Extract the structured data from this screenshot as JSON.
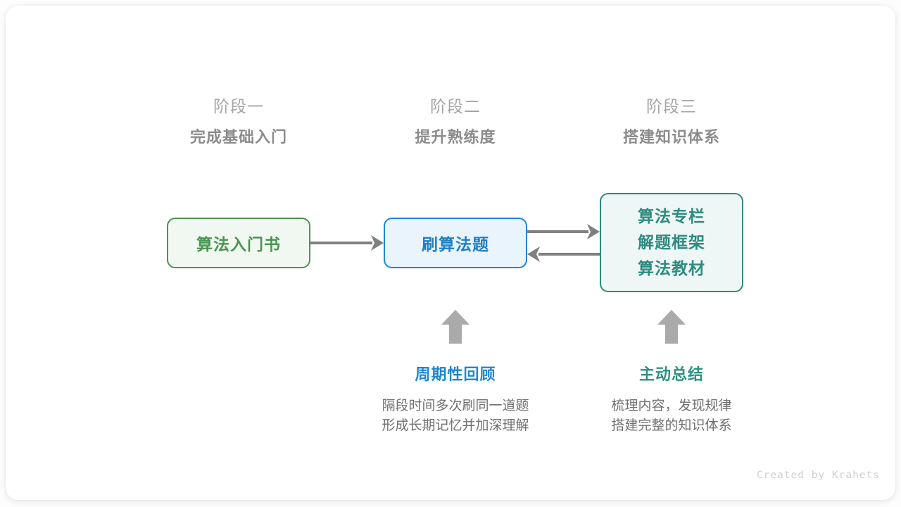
{
  "canvas": {
    "background": "#ffffff",
    "credit": "Created by Krahets"
  },
  "phases": [
    {
      "sub": "阶段一",
      "title": "完成基础入门"
    },
    {
      "sub": "阶段二",
      "title": "提升熟练度"
    },
    {
      "sub": "阶段三",
      "title": "搭建知识体系"
    }
  ],
  "nodes": {
    "book": {
      "label": "算法入门书",
      "border_color": "#4a9551",
      "fill_color": "#f1f8f1",
      "text_color": "#4a9551"
    },
    "practice": {
      "label": "刷算法题",
      "border_color": "#1e87d6",
      "fill_color": "#e9f4fd",
      "text_color": "#1f7fc4"
    },
    "resources": {
      "lines": [
        "算法专栏",
        "解题框架",
        "算法教材"
      ],
      "border_color": "#2e8b80",
      "fill_color": "#eef7f5",
      "text_color": "#2e8b80"
    }
  },
  "arrows": {
    "color": "#808080",
    "block_color": "#aaaaaa",
    "connections": [
      {
        "from": "book",
        "to": "practice",
        "direction": "right"
      },
      {
        "from": "practice",
        "to": "resources",
        "direction": "right"
      },
      {
        "from": "resources",
        "to": "practice",
        "direction": "left"
      },
      {
        "from": "review-caption",
        "to": "practice",
        "direction": "up"
      },
      {
        "from": "summary-caption",
        "to": "resources",
        "direction": "up"
      }
    ]
  },
  "captions": {
    "review": {
      "title": "周期性回顾",
      "title_color": "#1f87d0",
      "body_line_1": "隔段时间多次刷同一道题",
      "body_line_2": "形成长期记忆并加深理解"
    },
    "summary": {
      "title": "主动总结",
      "title_color": "#2e9183",
      "body_line_1": "梳理内容，发现规律",
      "body_line_2": "搭建完整的知识体系"
    }
  }
}
